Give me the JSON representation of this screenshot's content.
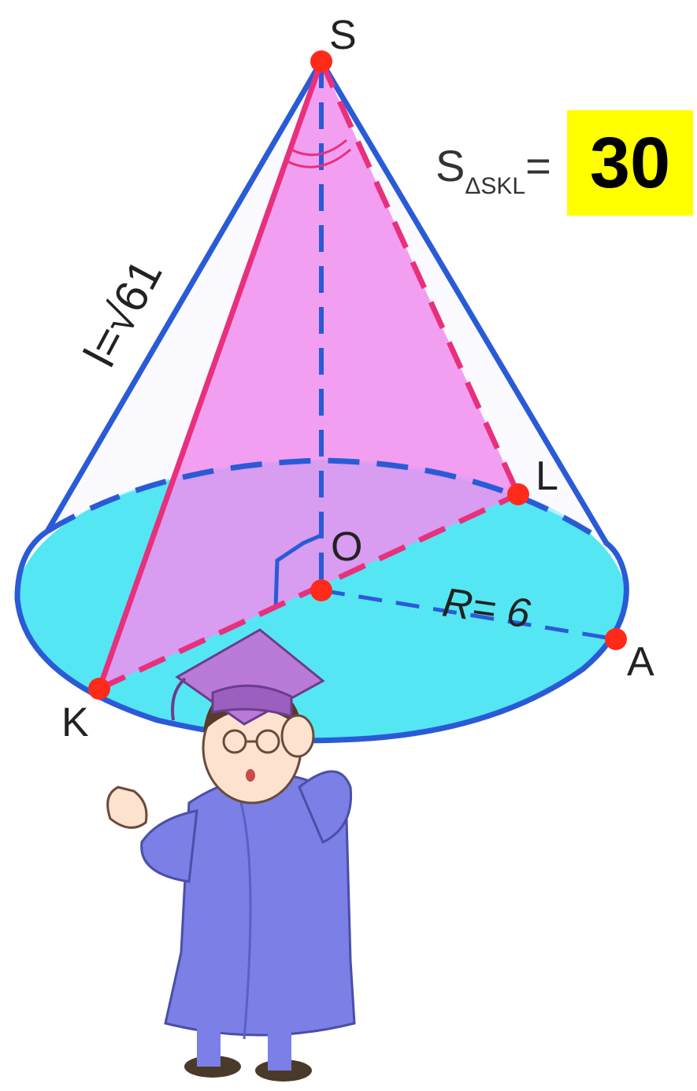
{
  "diagram": {
    "points": {
      "S": "S",
      "L": "L",
      "O": "O",
      "A": "A",
      "K": "K"
    },
    "labels": {
      "generatrix": "l=√61",
      "radius": "R= 6",
      "area_prefix": "S",
      "area_subscript": "ΔSKL",
      "area_equals": "="
    },
    "answer": "30",
    "colors": {
      "cone_outline": "#2a5bd6",
      "section": "#e8307c",
      "section_fill": "#f08ef0",
      "base_fill": "#4ee4f2",
      "points": "#ff2a1a",
      "answer_bg": "#ffff00"
    },
    "icons": [
      "graduate-student-illustration"
    ]
  }
}
